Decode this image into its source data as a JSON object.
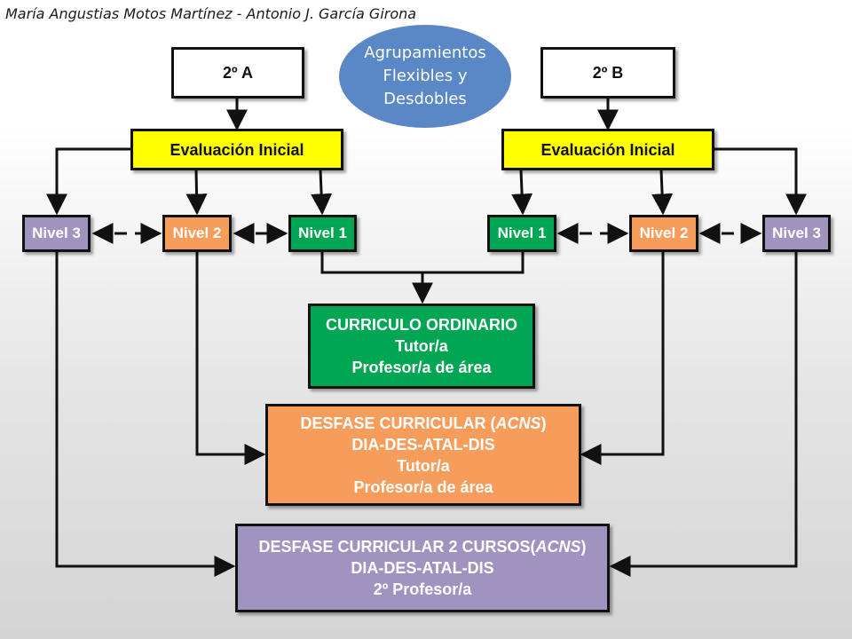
{
  "author": "María Angustias Motos Martínez - Antonio J. García Girona",
  "title_oval": "Agrupamientos Flexibles y Desdobles",
  "group_a": {
    "name": "2º A",
    "eval": "Evaluación Inicial",
    "nivel3": "Nivel 3",
    "nivel2": "Nivel 2",
    "nivel1": "Nivel 1"
  },
  "group_b": {
    "name": "2º B",
    "eval": "Evaluación Inicial",
    "nivel1": "Nivel 1",
    "nivel2": "Nivel 2",
    "nivel3": "Nivel 3"
  },
  "curriculo": {
    "line1": "CURRICULO ORDINARIO",
    "line2": "Tutor/a",
    "line3": "Profesor/a de área"
  },
  "desfase1": {
    "line1_prefix": "DESFASE CURRICULAR (",
    "line1_em": "ACNS",
    "line1_suffix": ")",
    "line2": "DIA-DES-ATAL-DIS",
    "line3": "Tutor/a",
    "line4": "Profesor/a de área"
  },
  "desfase2": {
    "line1_prefix": "DESFASE CURRICULAR 2 CURSOS(",
    "line1_em": "ACNS",
    "line1_suffix": ")",
    "line2": "DIA-DES-ATAL-DIS",
    "line3": "2º Profesor/a"
  },
  "colors": {
    "white": "#ffffff",
    "yellow": "#ffff00",
    "purple": "#a193c0",
    "orange": "#f79d5c",
    "green": "#00a651",
    "oval_blue": "#5a87c6"
  }
}
